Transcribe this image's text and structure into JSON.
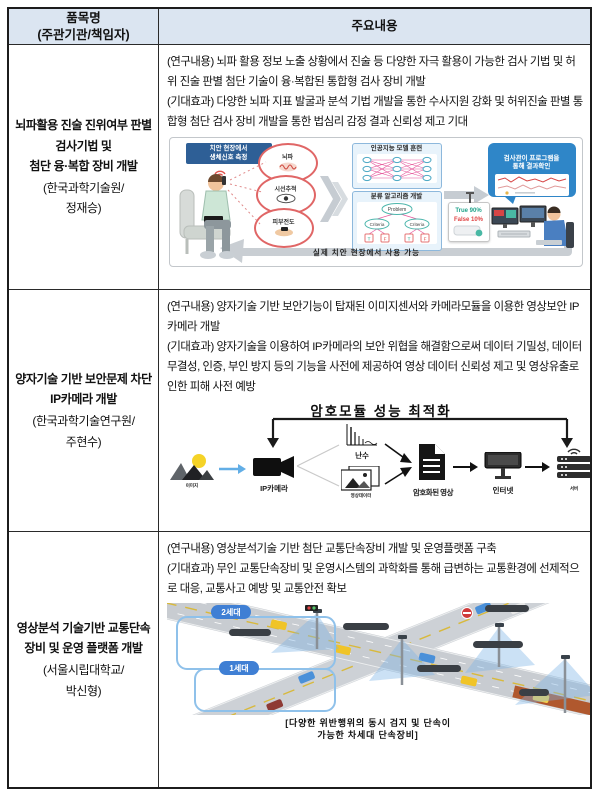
{
  "table": {
    "header": {
      "item_col": "품목명\n(주관기관/책임자)",
      "content_col": "주요내용"
    },
    "rows": [
      {
        "title": "뇌파활용 진술 진위여부 판별 검사기법 및\n첨단 융·복합 장비 개발",
        "org": "(한국과학기술원/\n정재승)",
        "content": "(연구내용) 뇌파 활용 정보 노출 상황에서 진술 등 다양한 자극 활용이 가능한 검사 기법 및 허위 진술 판별 첨단 기술이 융·복합된 통합형 검사 장비 개발\n(기대효과) 다양한 뇌파 지표 발굴과 분석 기법 개발을 통한 수사지원 강화 및 허위진술 판별 통합형 첨단 검사 장비 개발을 통한 법심리 감정 결과 신뢰성 제고 기대",
        "figure": {
          "measure_label": "치안 현장에서\n생체신호 측정",
          "signal_1": "뇌파",
          "signal_2": "시선추적",
          "signal_3": "피부전도",
          "ai_title": "인공지능 모델 훈련",
          "algo_title": "분류 알고리즘 개발",
          "tree_root": "Problem",
          "tree_left": "Criteria",
          "tree_right": "Criteria",
          "leaf_1": "T",
          "leaf_2": "F",
          "leaf_3": "T",
          "leaf_4": "F",
          "result_line1": "True 90%",
          "result_line2": "False 10%",
          "inspector_label": "검사관이 프로그램을\n통해 결과확인",
          "caption": "실제 치안 현장에서 사용 가능"
        }
      },
      {
        "title": "양자기술 기반 보안문제 차단 IP카메라 개발",
        "org": "(한국과학기술연구원/\n주현수)",
        "content": "(연구내용) 양자기술 기반 보안기능이 탑재된 이미지센서와 카메라모듈을 이용한 영상보안 IP카메라 개발\n(기대효과) 양자기술을 이용하여 IP카메라의 보안 위협을 해결함으로써 데이터 기밀성, 데이터 무결성, 인증, 부인 방지 등의 기능을 사전에 제공하여 영상 데이터 신뢰성 제고 및 영상유출로 인한 피해 사전 예방",
        "figure": {
          "title": "암호모듈 성능 최적화",
          "image_label": "이미지",
          "camera_label": "IP카메라",
          "random_label": "난수",
          "videodata_label": "영상데이터",
          "encrypted_label": "암호화된 영상",
          "internet_label": "인터넷",
          "server_label": "서버"
        }
      },
      {
        "title": "영상분석 기술기반 교통단속\n장비 및 운영 플랫폼 개발",
        "org": "(서울시립대학교/\n박신형)",
        "content": "(연구내용) 영상분석기술 기반 첨단 교통단속장비 개발 및 운영플랫폼 구축\n(기대효과) 무인 교통단속장비 및 운영시스템의 과학화를 통해 급변하는 교통환경에 선제적으로 대응, 교통사고 예방 및 교통안전 확보",
        "figure": {
          "gen2_label": "2세대",
          "gen1_label": "1세대",
          "caption": "[다양한 위반행위의 동시 검지 및 단속이\n가능한 차세대 단속장비]"
        }
      }
    ]
  },
  "colors": {
    "header_bg": "#dbe5f1",
    "border": "#1c1c1c",
    "callout_blue": "#2e5f96",
    "bubble_blue": "#2f86c8",
    "signal_ring_red": "#e06666",
    "true_teal": "#1fa38a",
    "false_red": "#e04545",
    "gen_pill_blue": "#3f7fd4"
  }
}
